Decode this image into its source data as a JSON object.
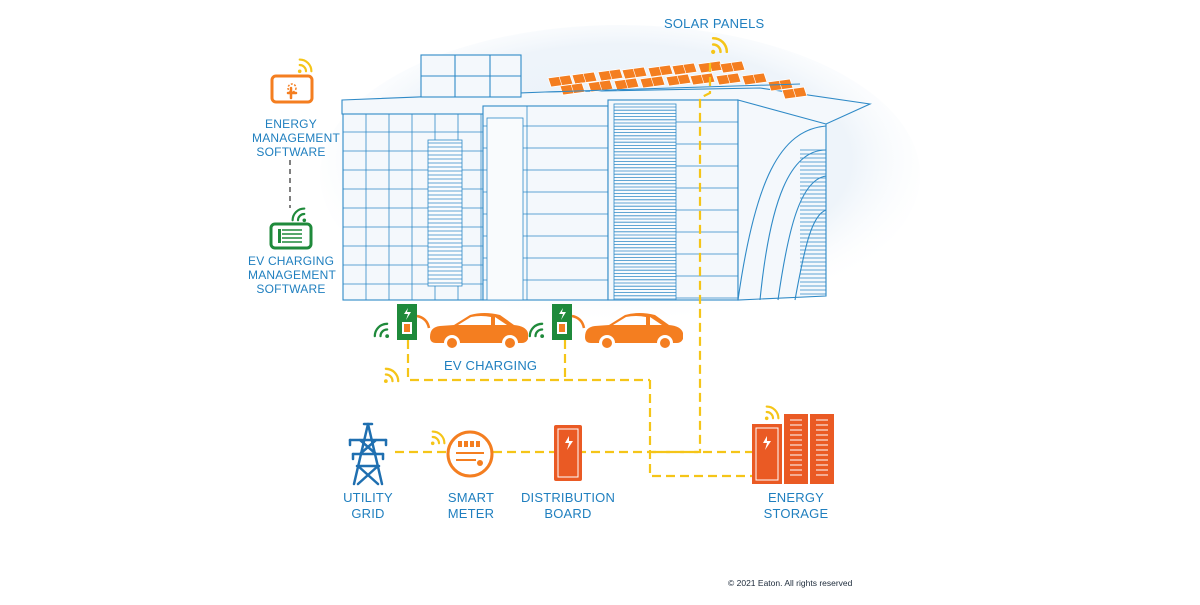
{
  "colors": {
    "building": "#2f8ac7",
    "building_fill": "#eef4fa",
    "label": "#1f7fbf",
    "solar": "#f47e20",
    "connection": "#f5c518",
    "wifi": "#f5c518",
    "ev_green": "#1f8a3b",
    "orange": "#f47e20",
    "storage": "#ea5a24",
    "grid_blue": "#1f6fb0"
  },
  "labels": {
    "solar_panels": "SOLAR PANELS",
    "energy_management": [
      "ENERGY",
      "MANAGEMENT",
      "SOFTWARE"
    ],
    "ev_charging_management": [
      "EV CHARGING",
      "MANAGEMENT",
      "SOFTWARE"
    ],
    "ev_charging": "EV CHARGING",
    "utility_grid": [
      "UTILITY",
      "GRID"
    ],
    "smart_meter": [
      "SMART",
      "METER"
    ],
    "distribution_board": [
      "DISTRIBUTION",
      "BOARD"
    ],
    "energy_storage": [
      "ENERGY",
      "STORAGE"
    ]
  },
  "copyright": "© 2021 Eaton. All rights reserved",
  "icons": {
    "software": "touch-screen-icon",
    "ev_software": "ev-charger-display-icon",
    "grid": "transmission-tower-icon",
    "meter": "smart-meter-icon",
    "board": "distribution-board-icon",
    "storage": "battery-storage-icon",
    "charger": "ev-charger-icon",
    "car": "car-icon",
    "signal": "wifi-icon"
  }
}
